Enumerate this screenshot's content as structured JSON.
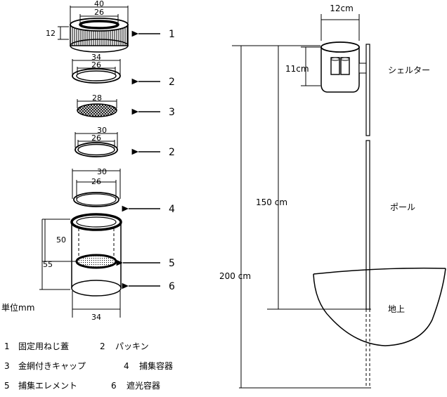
{
  "left_figure": {
    "unit_label": "単位mm",
    "parts": [
      {
        "number": "1",
        "dims": [
          "40",
          "26",
          "12"
        ]
      },
      {
        "number": "2",
        "dims": [
          "34",
          "26"
        ]
      },
      {
        "number": "3",
        "dims": [
          "28"
        ]
      },
      {
        "number": "2",
        "dims": [
          "30",
          "26"
        ]
      },
      {
        "number": "4",
        "dims": [
          "30",
          "26"
        ]
      },
      {
        "number": "5",
        "dims": [
          "50"
        ]
      },
      {
        "number": "6",
        "dims": [
          "55",
          "34"
        ]
      }
    ]
  },
  "legend": [
    {
      "num": "1",
      "name": "固定用ねじ蓋"
    },
    {
      "num": "2",
      "name": "パッキン"
    },
    {
      "num": "3",
      "name": "金網付きキャップ"
    },
    {
      "num": "4",
      "name": "捕集容器"
    },
    {
      "num": "5",
      "name": "捕集エレメント"
    },
    {
      "num": "6",
      "name": "遮光容器"
    }
  ],
  "right_figure": {
    "shelter_width": "12cm",
    "shelter_height": "11cm",
    "shelter_label": "シェルター",
    "pole_label": "ポール",
    "ground_label": "地上",
    "height_150": "150 cm",
    "height_200": "200 cm"
  }
}
